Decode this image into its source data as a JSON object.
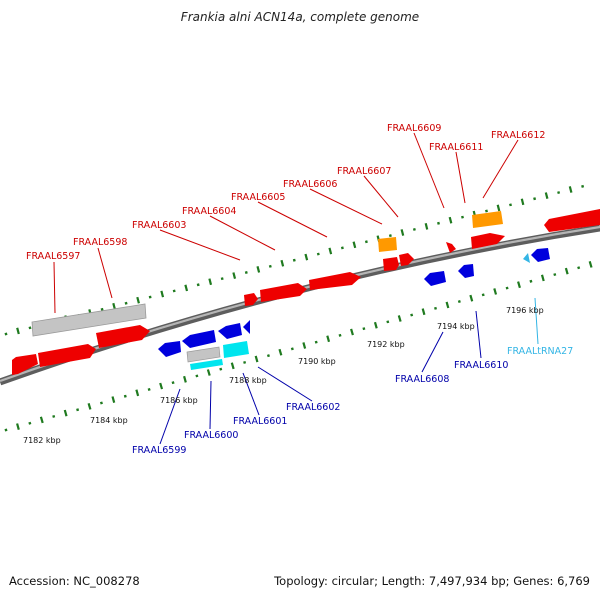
{
  "title": "Frankia alni ACN14a, complete genome",
  "footer": {
    "accession": "Accession: NC_008278",
    "summary": "Topology: circular; Length: 7,497,934 bp; Genes: 6,769"
  },
  "colors": {
    "backbone": "#8a8a8a",
    "tick": "#1f7a1f",
    "forward_label": "#cc0000",
    "reverse_label": "#0000aa",
    "rna_label": "#33b5e5",
    "cds_forward": "#ee0000",
    "cds_reverse": "#0000dd",
    "gene_gray": "#c4c4c4",
    "gene_orange": "#ff9900",
    "gene_cyan": "#00e5ee",
    "trna": "#33b5e5"
  },
  "axis_labels": [
    "7182 kbp",
    "7184 kbp",
    "7186 kbp",
    "7188 kbp",
    "7190 kbp",
    "7192 kbp",
    "7194 kbp",
    "7196 kbp"
  ],
  "forward_genes": [
    "FRAAL6597",
    "FRAAL6598",
    "FRAAL6603",
    "FRAAL6604",
    "FRAAL6605",
    "FRAAL6606",
    "FRAAL6607",
    "FRAAL6609",
    "FRAAL6611",
    "FRAAL6612"
  ],
  "reverse_genes": [
    "FRAAL6599",
    "FRAAL6600",
    "FRAAL6601",
    "FRAAL6602",
    "FRAAL6608",
    "FRAAL6610",
    "FRAALtRNA27"
  ]
}
